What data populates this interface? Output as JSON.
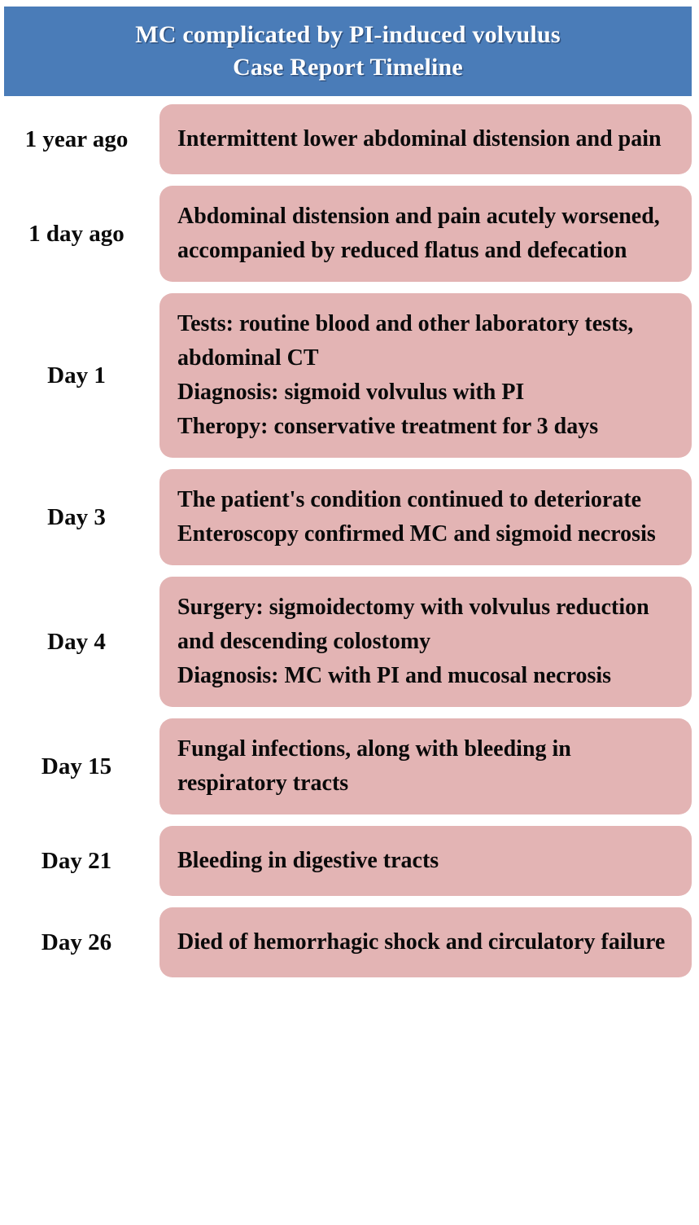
{
  "figure": {
    "type": "timeline",
    "background_color": "#ffffff"
  },
  "header": {
    "background_color": "#4a7cb8",
    "text_color": "#ffffff",
    "line1": "MC complicated by PI-induced volvulus",
    "line2": "Case Report Timeline"
  },
  "card_color": "#e3b4b4",
  "label_color": "#0b0b0b",
  "rows": [
    {
      "label": "1 year ago",
      "text": "Intermittent lower abdominal distension and pain"
    },
    {
      "label": "1 day ago",
      "text": "Abdominal distension and pain acutely worsened, accompanied by reduced flatus and defecation"
    },
    {
      "label": "Day 1",
      "text": "Tests: routine blood and other laboratory tests, abdominal CT\nDiagnosis: sigmoid volvulus with PI\nTheropy: conservative treatment for 3 days"
    },
    {
      "label": "Day 3",
      "text": "The patient's condition continued to deteriorate\nEnteroscopy confirmed MC and sigmoid necrosis"
    },
    {
      "label": "Day 4",
      "text": "Surgery: sigmoidectomy with volvulus reduction and descending colostomy\nDiagnosis: MC with PI and mucosal necrosis"
    },
    {
      "label": "Day 15",
      "text": "Fungal infections, along with bleeding in respiratory tracts"
    },
    {
      "label": "Day 21",
      "text": "Bleeding in digestive tracts"
    },
    {
      "label": "Day 26",
      "text": "Died of hemorrhagic shock and circulatory failure"
    }
  ]
}
